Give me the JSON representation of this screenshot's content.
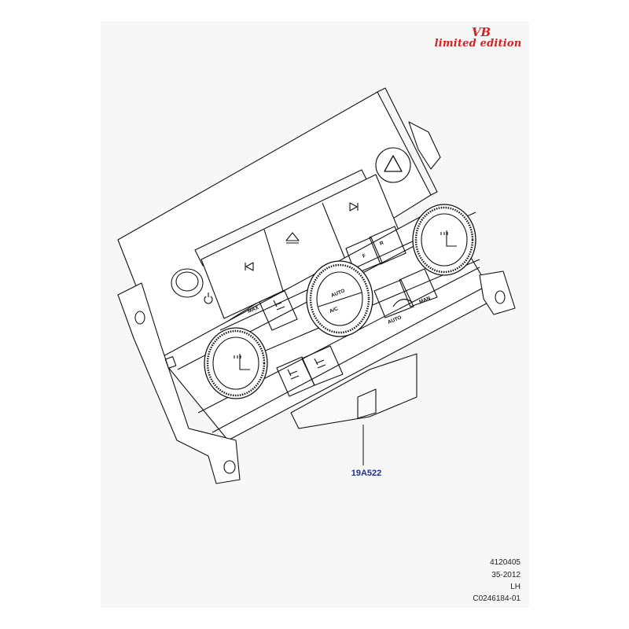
{
  "stamp": {
    "code": "VB",
    "edition": "limited edition",
    "color": "#d42020"
  },
  "diagram": {
    "part_number": "19A522",
    "callout_color": "#1e2f8c",
    "buttons": {
      "max_defrost": "MAX",
      "auto": "AUTO",
      "ac": "A/C",
      "rear_defrost": "R",
      "front_defrost": "F",
      "auto_recirc": "AUTO",
      "manual": "MAN"
    }
  },
  "footer": {
    "drawing_id": "4120405",
    "date_code": "35-2012",
    "side": "LH",
    "illustration_ref": "C0246184-01"
  }
}
